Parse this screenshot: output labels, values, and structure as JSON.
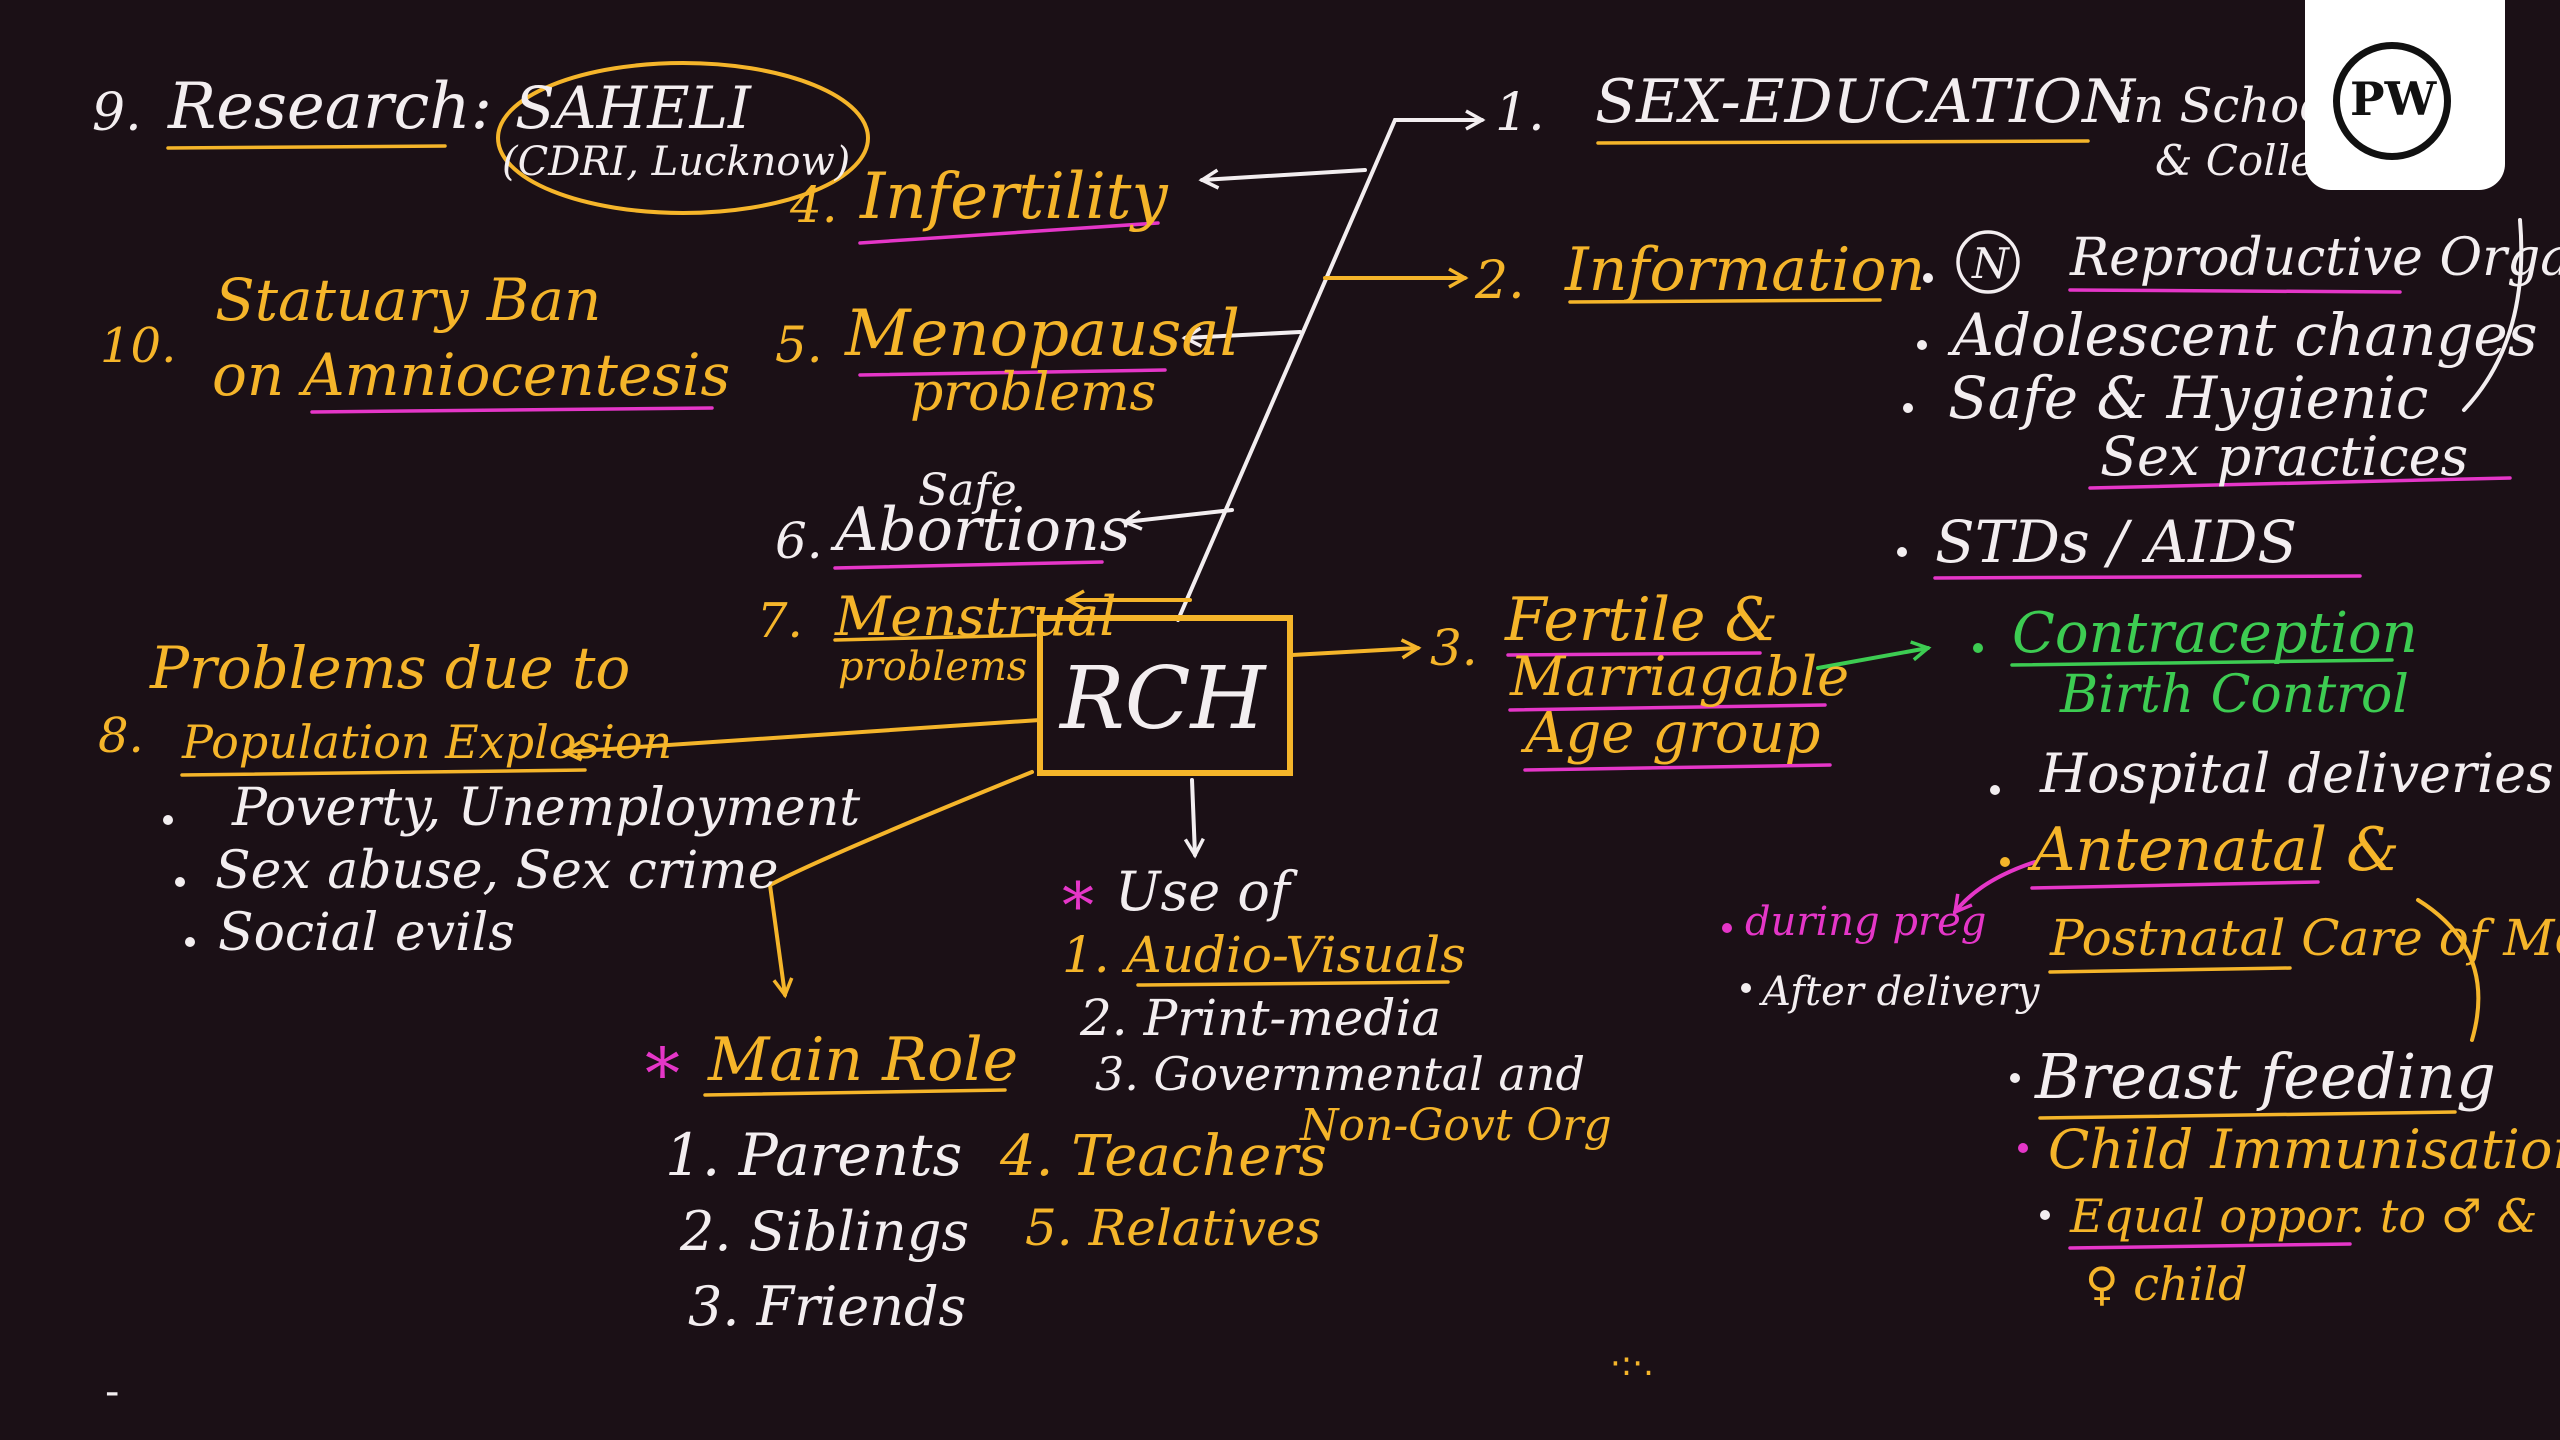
{
  "colors": {
    "background": "#1b1016",
    "chalk": "#f3eef0",
    "yellow": "#f5b52a",
    "pink": "#e536c8",
    "green": "#3dcc52"
  },
  "center": {
    "label": "RCH"
  },
  "nodes": {
    "n1": {
      "num": "1.",
      "text": "SEX-EDUCATION",
      "sub_a": "in Schools",
      "sub_b": "& Colleges"
    },
    "n2": {
      "num": "2.",
      "text": "Information"
    },
    "n3": {
      "num": "3.",
      "line1": "Fertile &",
      "line2": "Marriagable",
      "line3": "Age group"
    },
    "n4": {
      "num": "4.",
      "text": "Infertility"
    },
    "n5": {
      "num": "5.",
      "line1": "Menopausal",
      "line2": "problems"
    },
    "n6": {
      "num": "6.",
      "sup": "Safe",
      "text": "Abortions"
    },
    "n7": {
      "num": "7.",
      "line1": "Menstrual",
      "line2": "problems"
    },
    "n8": {
      "num": "8.",
      "line1": "Problems due to",
      "line2": "Population Explosion",
      "bullets": [
        "Poverty, Unemployment",
        "Sex abuse, Sex crime",
        "Social evils"
      ]
    },
    "n9": {
      "num": "9.",
      "text": "Research:",
      "box_line1": "SAHELI",
      "box_line2": "(CDRI, Lucknow)"
    },
    "n10": {
      "num": "10.",
      "line1": "Statuary Ban",
      "line2": "on Amniocentesis"
    }
  },
  "info_items": {
    "i1_mark": "N",
    "i1": "Reproductive Organs",
    "i2": "Adolescent changes",
    "i3a": "Safe & Hygienic",
    "i3b": "Sex practices",
    "i4": "STDs / AIDS"
  },
  "care_items": {
    "c1a": "Contraception",
    "c1b": "Birth Control",
    "c2": "Hospital deliveries",
    "c3a": "Antenatal &",
    "c3b": "Postnatal Care of Mother",
    "during": "during preg",
    "after": "After delivery",
    "c4": "Breast feeding",
    "c5": "Child Immunisation",
    "c6a": "Equal oppor. to ♂ &",
    "c6b": "♀ child"
  },
  "use_of": {
    "star": "*",
    "title": "Use of",
    "items": [
      "1. Audio-Visuals",
      "2. Print-media",
      "3. Governmental and",
      "Non-Govt Org"
    ]
  },
  "main_role": {
    "star": "*",
    "title": "Main Role",
    "items": [
      "1. Parents",
      "2. Siblings",
      "3. Friends",
      "4. Teachers",
      "5. Relatives"
    ]
  },
  "misc": {
    "dash": "-",
    "dots": "·:·.",
    "logo_letters": "PW"
  }
}
